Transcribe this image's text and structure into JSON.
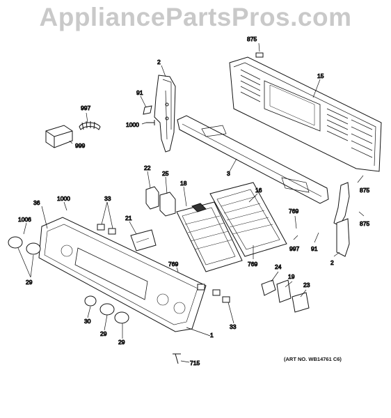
{
  "watermark": "AppliancePartsPros.com",
  "art_number": "(ART NO. WB14761 C6)",
  "callouts": [
    {
      "id": "875a",
      "text": "875"
    },
    {
      "id": "15",
      "text": "15"
    },
    {
      "id": "2a",
      "text": "2"
    },
    {
      "id": "91a",
      "text": "91"
    },
    {
      "id": "997a",
      "text": "997"
    },
    {
      "id": "1000a",
      "text": "1000"
    },
    {
      "id": "999",
      "text": "999"
    },
    {
      "id": "3",
      "text": "3"
    },
    {
      "id": "22",
      "text": "22"
    },
    {
      "id": "25",
      "text": "25"
    },
    {
      "id": "18",
      "text": "18"
    },
    {
      "id": "16",
      "text": "16"
    },
    {
      "id": "875b",
      "text": "875"
    },
    {
      "id": "875c",
      "text": "875"
    },
    {
      "id": "1000b",
      "text": "1000"
    },
    {
      "id": "33a",
      "text": "33"
    },
    {
      "id": "36",
      "text": "36"
    },
    {
      "id": "21",
      "text": "21"
    },
    {
      "id": "769a",
      "text": "769"
    },
    {
      "id": "997b",
      "text": "997"
    },
    {
      "id": "91b",
      "text": "91"
    },
    {
      "id": "1006",
      "text": "1006"
    },
    {
      "id": "769b",
      "text": "769"
    },
    {
      "id": "769c",
      "text": "769"
    },
    {
      "id": "2b",
      "text": "2"
    },
    {
      "id": "24",
      "text": "24"
    },
    {
      "id": "19",
      "text": "19"
    },
    {
      "id": "23",
      "text": "23"
    },
    {
      "id": "29a",
      "text": "29"
    },
    {
      "id": "30",
      "text": "30"
    },
    {
      "id": "29b",
      "text": "29"
    },
    {
      "id": "29c",
      "text": "29"
    },
    {
      "id": "33b",
      "text": "33"
    },
    {
      "id": "1",
      "text": "1"
    },
    {
      "id": "715",
      "text": "715"
    }
  ]
}
